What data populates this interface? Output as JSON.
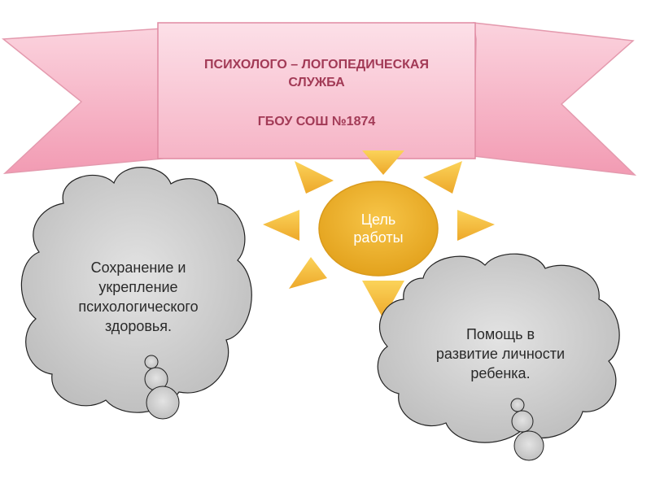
{
  "banner": {
    "line1": "ПСИХОЛОГО – ЛОГОПЕДИЧЕСКАЯ",
    "line2": "СЛУЖБА",
    "line3": "ГБОУ СОШ №1874"
  },
  "sun": {
    "line1": "Цель",
    "line2": "работы"
  },
  "cloud_left": {
    "lines": [
      "Сохранение и",
      "укрепление",
      "психологического",
      "здоровья."
    ]
  },
  "cloud_right": {
    "lines": [
      "Помощь в",
      "развитие личности",
      "ребенка."
    ]
  },
  "colors": {
    "banner_fill": "#f7b7c8",
    "banner_text": "#a23a56",
    "sun_fill": "#f2b631",
    "cloud_fill": "#d3d3d3",
    "cloud_stroke": "#222222"
  }
}
